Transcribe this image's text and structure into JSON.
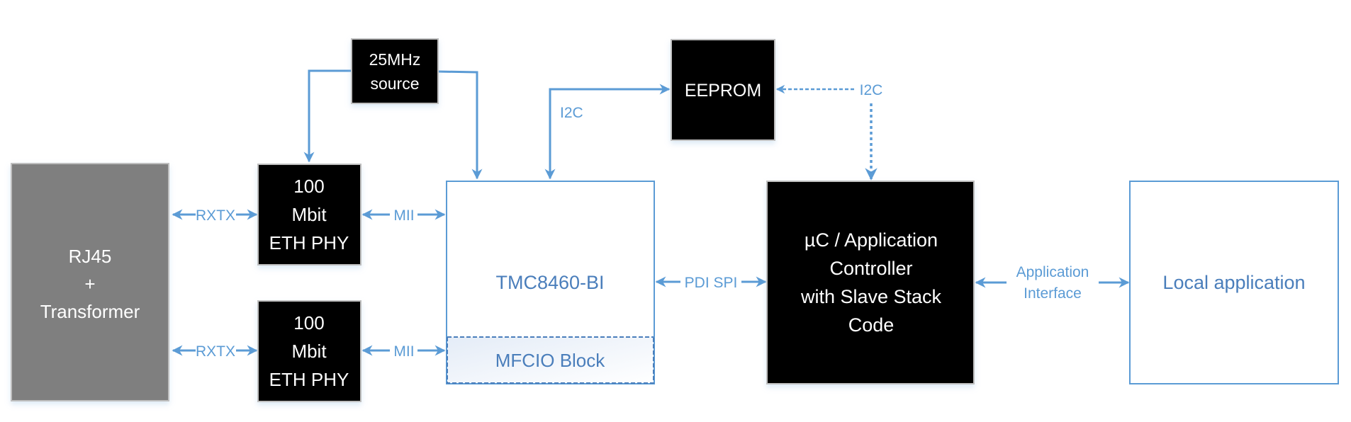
{
  "colors": {
    "line": "#5b9bd5",
    "text_blue": "#4a7ebb",
    "black_box": "#000000",
    "gray_box": "#7f7f7f",
    "box_border": "#bfbfbf",
    "white_text": "#ffffff"
  },
  "blocks": {
    "rj45": {
      "lines": [
        "RJ45",
        "+",
        "Transformer"
      ]
    },
    "phy1": {
      "lines": [
        "100",
        "Mbit",
        "ETH PHY"
      ]
    },
    "phy2": {
      "lines": [
        "100",
        "Mbit",
        "ETH PHY"
      ]
    },
    "clock": {
      "lines": [
        "25MHz",
        "source"
      ]
    },
    "tmc": {
      "lines": [
        "TMC8460-BI"
      ]
    },
    "mfcio": {
      "lines": [
        "MFCIO Block"
      ]
    },
    "eeprom": {
      "lines": [
        "EEPROM"
      ]
    },
    "controller": {
      "lines": [
        "µC / Application",
        "Controller",
        "with Slave Stack",
        "Code"
      ]
    },
    "local_app": {
      "lines": [
        "Local application"
      ]
    }
  },
  "connections": {
    "rxtx1": "RXTX",
    "rxtx2": "RXTX",
    "mii1": "MII",
    "mii2": "MII",
    "i2c_tmc": "I2C",
    "i2c_ctrl": "I2C",
    "pdi_spi": "PDI SPI",
    "app_if": [
      "Application",
      "Interface"
    ]
  }
}
